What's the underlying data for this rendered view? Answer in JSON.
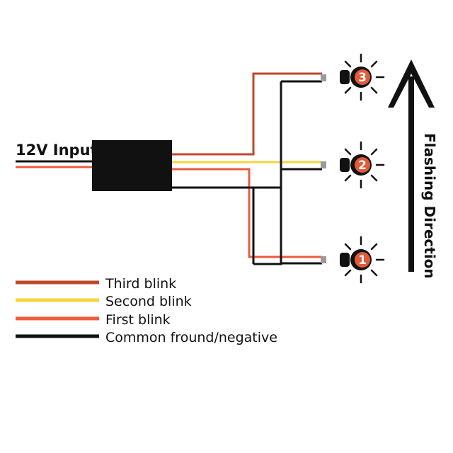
{
  "input_label": "12V Input",
  "direction_label": "Flashing Direction",
  "colors": {
    "third": "#c0472c",
    "second": "#f4d53c",
    "first": "#ec5b3c",
    "ground": "#111111",
    "bulb": "#e25a38",
    "connector": "#9a9a9a"
  },
  "bulbs": [
    {
      "number": "3"
    },
    {
      "number": "2"
    },
    {
      "number": "1"
    }
  ],
  "legend": [
    {
      "label": "Third blink",
      "color_key": "third"
    },
    {
      "label": "Second blink",
      "color_key": "second"
    },
    {
      "label": "First blink",
      "color_key": "first"
    },
    {
      "label": "Common fround/negative",
      "color_key": "ground"
    }
  ]
}
